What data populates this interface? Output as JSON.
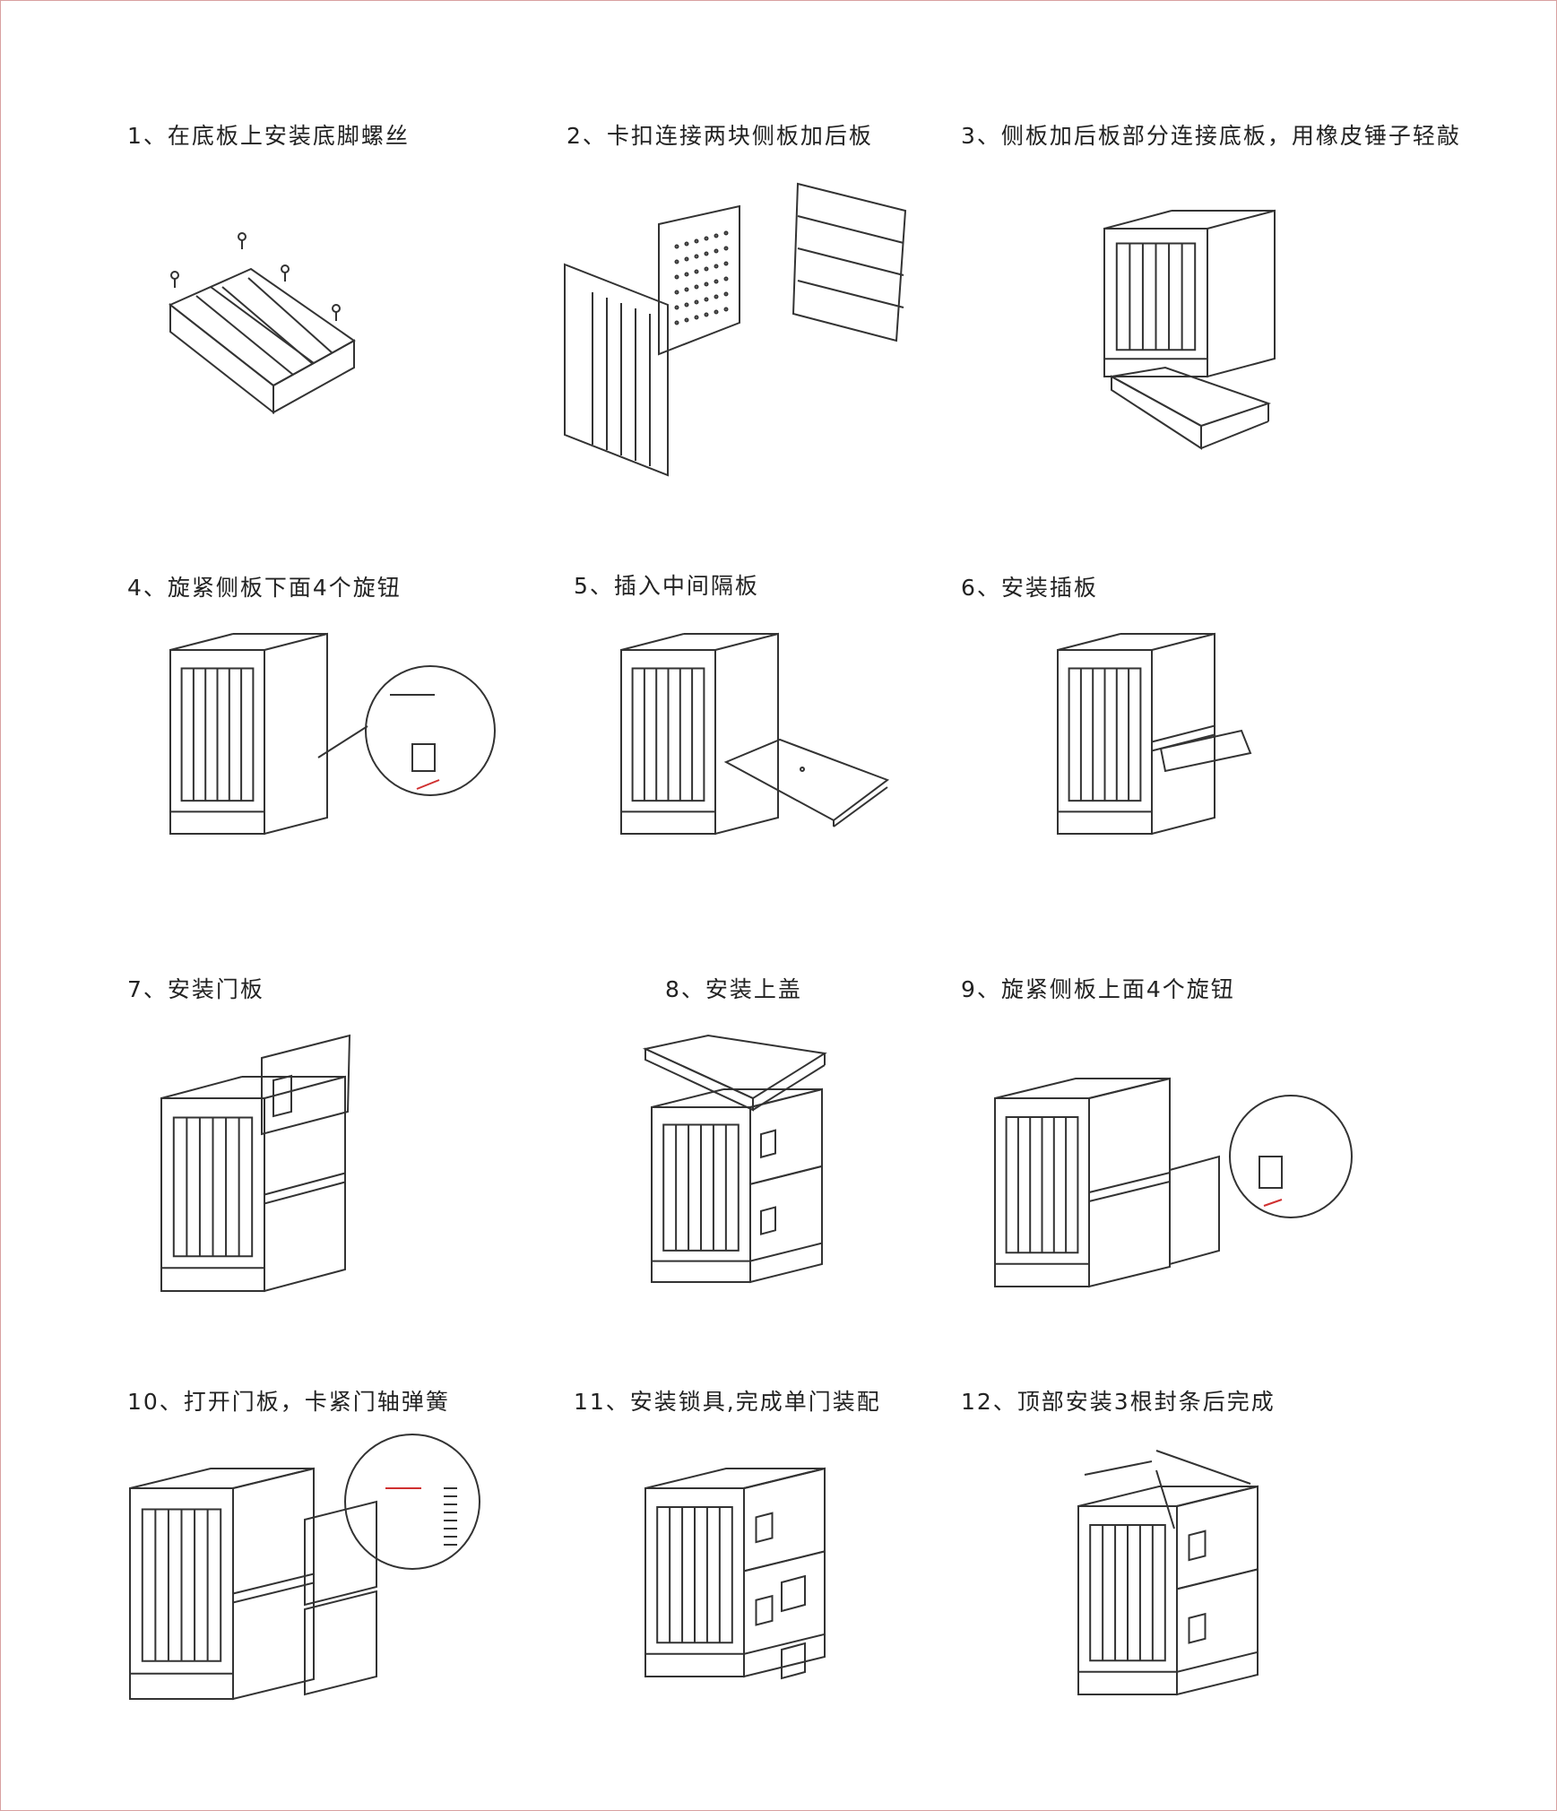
{
  "steps": [
    {
      "label": "1、在底板上安装底脚螺丝"
    },
    {
      "label": "2、卡扣连接两块侧板加后板"
    },
    {
      "label": "3、侧板加后板部分连接底板，用橡皮锤子轻敲"
    },
    {
      "label": "4、旋紧侧板下面4个旋钮"
    },
    {
      "label": "5、插入中间隔板"
    },
    {
      "label": "6、安装插板"
    },
    {
      "label": "7、安装门板"
    },
    {
      "label": "8、安装上盖"
    },
    {
      "label": "9、旋紧侧板上面4个旋钮"
    },
    {
      "label": "10、打开门板，卡紧门轴弹簧"
    },
    {
      "label": "11、安装锁具,完成单门装配"
    },
    {
      "label": "12、顶部安装3根封条后完成"
    }
  ],
  "colors": {
    "line": "#333333",
    "accent": "#d03030",
    "border": "#d9a0a0"
  }
}
